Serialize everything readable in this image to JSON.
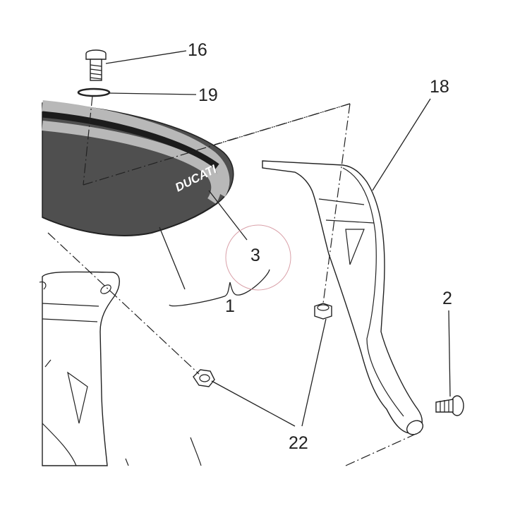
{
  "callouts": {
    "c16": "16",
    "c19": "19",
    "c18": "18",
    "c3": "3",
    "c1": "1",
    "c2": "2",
    "c22": "22"
  },
  "brand_text": "DUCATI",
  "colors": {
    "visor_dark": "#4f4f4f",
    "visor_stripe_light": "#b8b8b8",
    "visor_stripe_dark": "#1c1c1c",
    "highlight_circle": "#d9a0a8",
    "line": "#222222"
  }
}
